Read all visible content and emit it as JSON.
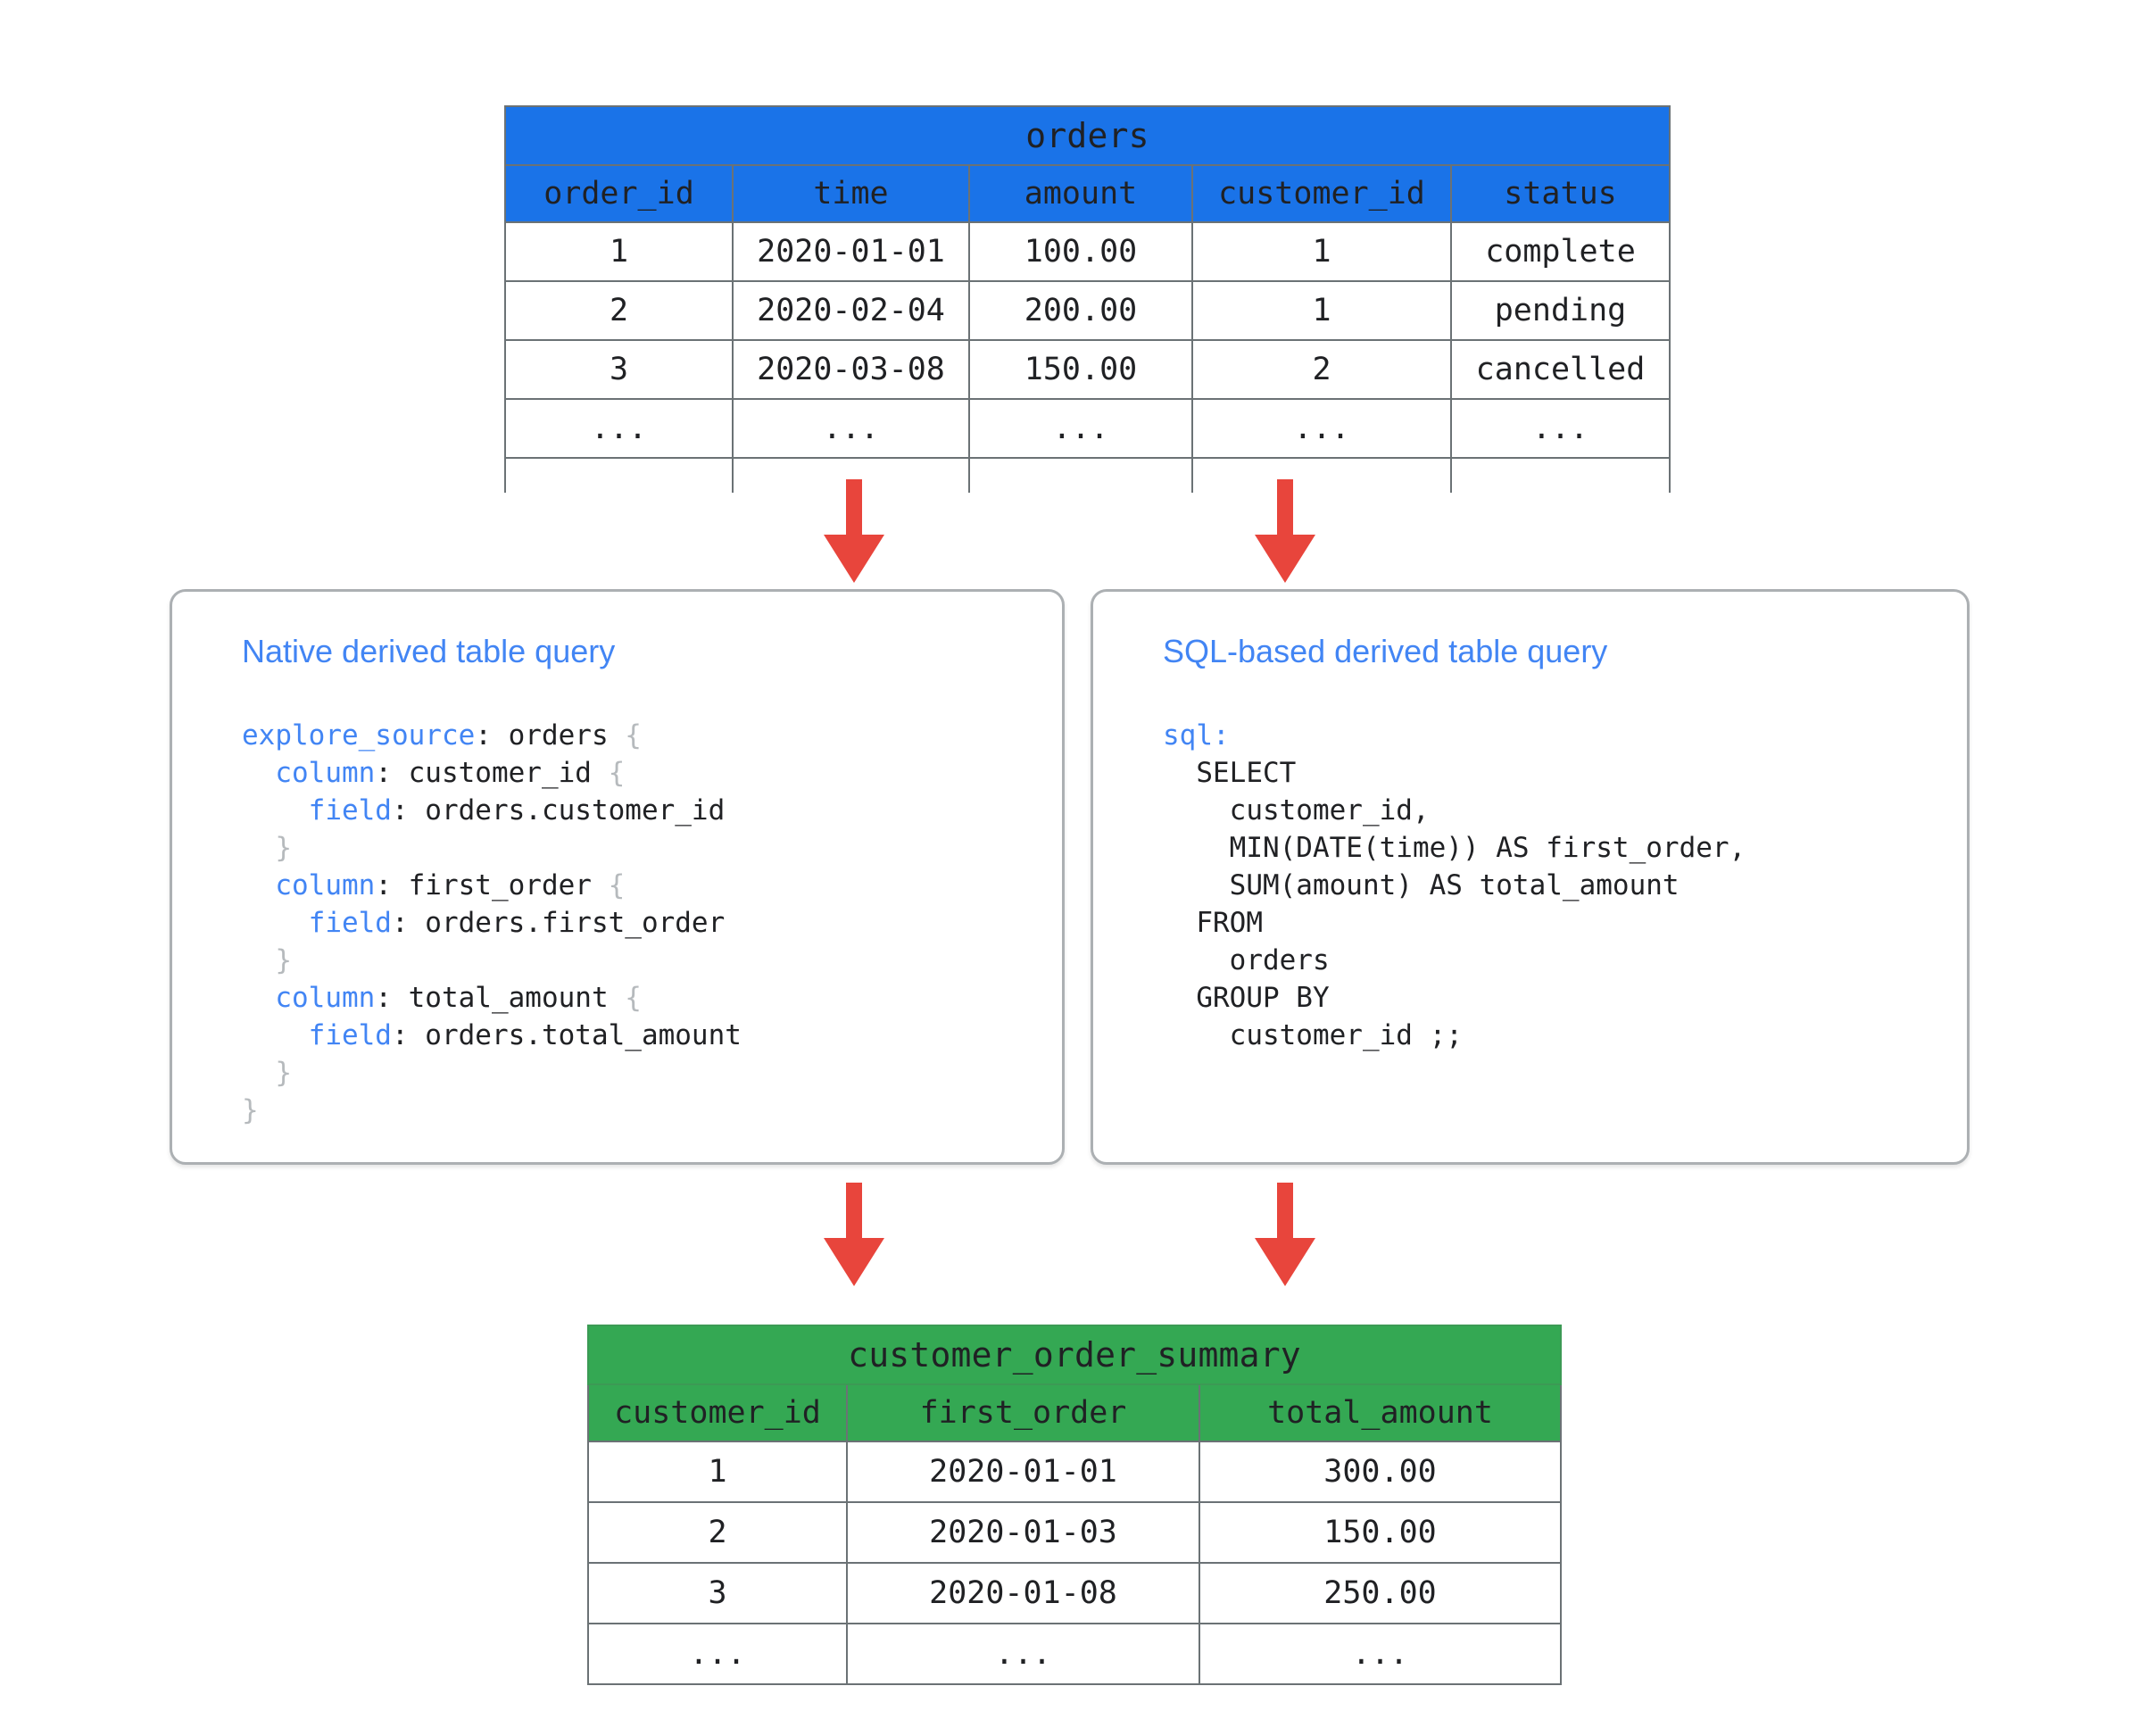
{
  "diagram": {
    "title": "Derived table query diagram",
    "colors": {
      "source_table_header": "#1A73E8",
      "result_table_header": "#34A853",
      "arrow": "#E8453C",
      "box_border": "#ACB0B3",
      "keyword": "#4285F4",
      "box_title": "#4285F4"
    }
  },
  "source_table": {
    "name": "orders",
    "columns": [
      "order_id",
      "time",
      "amount",
      "customer_id",
      "status"
    ],
    "rows": [
      [
        "1",
        "2020-01-01",
        "100.00",
        "1",
        "complete"
      ],
      [
        "2",
        "2020-02-04",
        "200.00",
        "1",
        "pending"
      ],
      [
        "3",
        "2020-03-08",
        "150.00",
        "2",
        "cancelled"
      ],
      [
        "...",
        "...",
        "...",
        "...",
        "..."
      ]
    ]
  },
  "result_table": {
    "name": "customer_order_summary",
    "columns": [
      "customer_id",
      "first_order",
      "total_amount"
    ],
    "rows": [
      [
        "1",
        "2020-01-01",
        "300.00"
      ],
      [
        "2",
        "2020-01-03",
        "150.00"
      ],
      [
        "3",
        "2020-01-08",
        "250.00"
      ],
      [
        "...",
        "...",
        "..."
      ]
    ]
  },
  "native_box": {
    "title": "Native derived table query",
    "code_lines": [
      [
        {
          "t": "explore_source",
          "c": "kw"
        },
        {
          "t": ": orders ",
          "c": "plain"
        },
        {
          "t": "{",
          "c": "brace"
        }
      ],
      [
        {
          "t": "  ",
          "c": "plain"
        },
        {
          "t": "column",
          "c": "kw"
        },
        {
          "t": ": customer_id ",
          "c": "plain"
        },
        {
          "t": "{",
          "c": "brace"
        }
      ],
      [
        {
          "t": "    ",
          "c": "plain"
        },
        {
          "t": "field",
          "c": "kw"
        },
        {
          "t": ": orders.customer_id",
          "c": "plain"
        }
      ],
      [
        {
          "t": "  ",
          "c": "plain"
        },
        {
          "t": "}",
          "c": "brace"
        }
      ],
      [
        {
          "t": "  ",
          "c": "plain"
        },
        {
          "t": "column",
          "c": "kw"
        },
        {
          "t": ": first_order ",
          "c": "plain"
        },
        {
          "t": "{",
          "c": "brace"
        }
      ],
      [
        {
          "t": "    ",
          "c": "plain"
        },
        {
          "t": "field",
          "c": "kw"
        },
        {
          "t": ": orders.first_order",
          "c": "plain"
        }
      ],
      [
        {
          "t": "  ",
          "c": "plain"
        },
        {
          "t": "}",
          "c": "brace"
        }
      ],
      [
        {
          "t": "  ",
          "c": "plain"
        },
        {
          "t": "column",
          "c": "kw"
        },
        {
          "t": ": total_amount ",
          "c": "plain"
        },
        {
          "t": "{",
          "c": "brace"
        }
      ],
      [
        {
          "t": "    ",
          "c": "plain"
        },
        {
          "t": "field",
          "c": "kw"
        },
        {
          "t": ": orders.total_amount",
          "c": "plain"
        }
      ],
      [
        {
          "t": "  ",
          "c": "plain"
        },
        {
          "t": "}",
          "c": "brace"
        }
      ],
      [
        {
          "t": "}",
          "c": "brace"
        }
      ]
    ]
  },
  "sql_box": {
    "title": "SQL-based derived table query",
    "code_lines": [
      [
        {
          "t": "sql",
          "c": "kw"
        },
        {
          "t": ":",
          "c": "kw"
        }
      ],
      [
        {
          "t": "  SELECT",
          "c": "plain"
        }
      ],
      [
        {
          "t": "    customer_id,",
          "c": "plain"
        }
      ],
      [
        {
          "t": "    MIN(DATE(time)) AS first_order,",
          "c": "plain"
        }
      ],
      [
        {
          "t": "    SUM(amount) AS total_amount",
          "c": "plain"
        }
      ],
      [
        {
          "t": "  FROM",
          "c": "plain"
        }
      ],
      [
        {
          "t": "    orders",
          "c": "plain"
        }
      ],
      [
        {
          "t": "  GROUP BY",
          "c": "plain"
        }
      ],
      [
        {
          "t": "    customer_id ;;",
          "c": "plain"
        }
      ]
    ]
  },
  "arrows": [
    {
      "name": "orders-to-native",
      "direction": "down"
    },
    {
      "name": "orders-to-sql",
      "direction": "down"
    },
    {
      "name": "native-to-summary",
      "direction": "down"
    },
    {
      "name": "sql-to-summary",
      "direction": "down"
    }
  ]
}
